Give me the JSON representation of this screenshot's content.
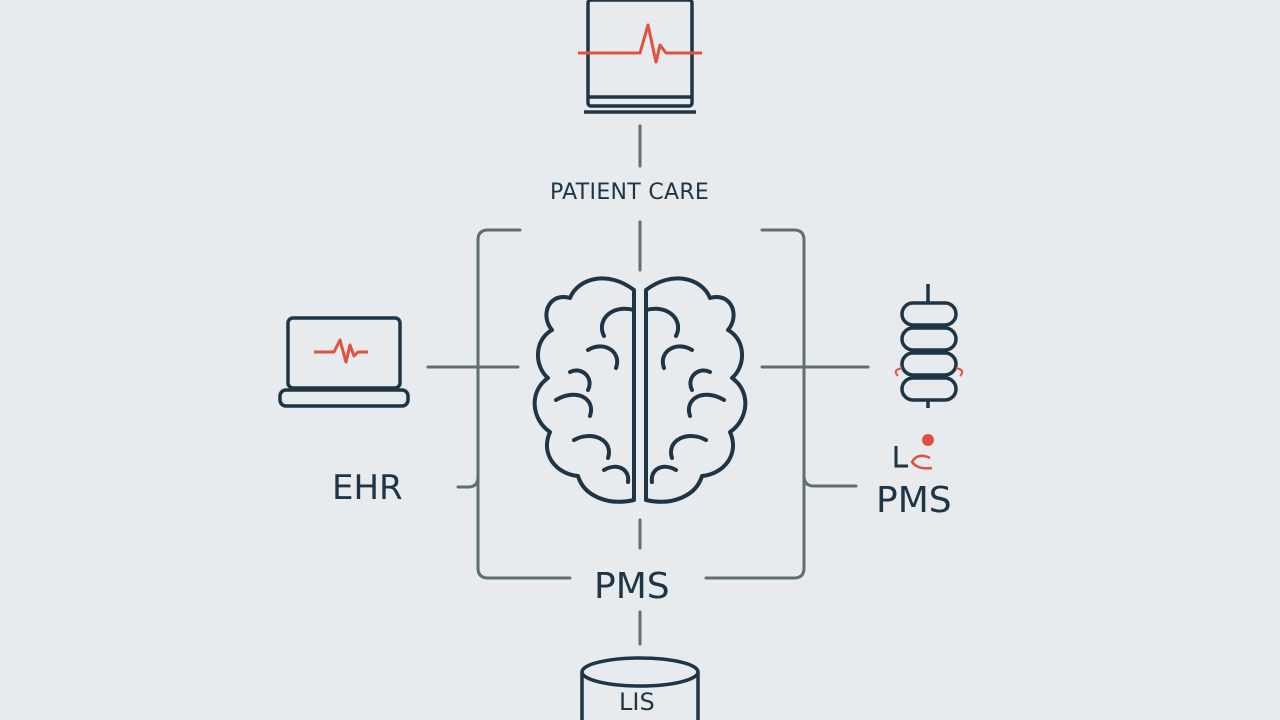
{
  "diagram": {
    "center_node": {
      "icon": "brain-icon"
    },
    "top_node": {
      "icon": "monitor-heartbeat-icon",
      "label": "PATIENT CARE"
    },
    "left_node": {
      "icon": "laptop-heartbeat-icon",
      "label": "EHR"
    },
    "right_node": {
      "icon": "spine-icon",
      "label": "PMS"
    },
    "bottom_node": {
      "label": "PMS"
    },
    "db_node": {
      "icon": "database-icon",
      "label": "LIS"
    },
    "colors": {
      "background": "#e8ebee",
      "stroke": "#1e3545",
      "connector": "#5f6d75",
      "accent": "#e0523f"
    }
  }
}
